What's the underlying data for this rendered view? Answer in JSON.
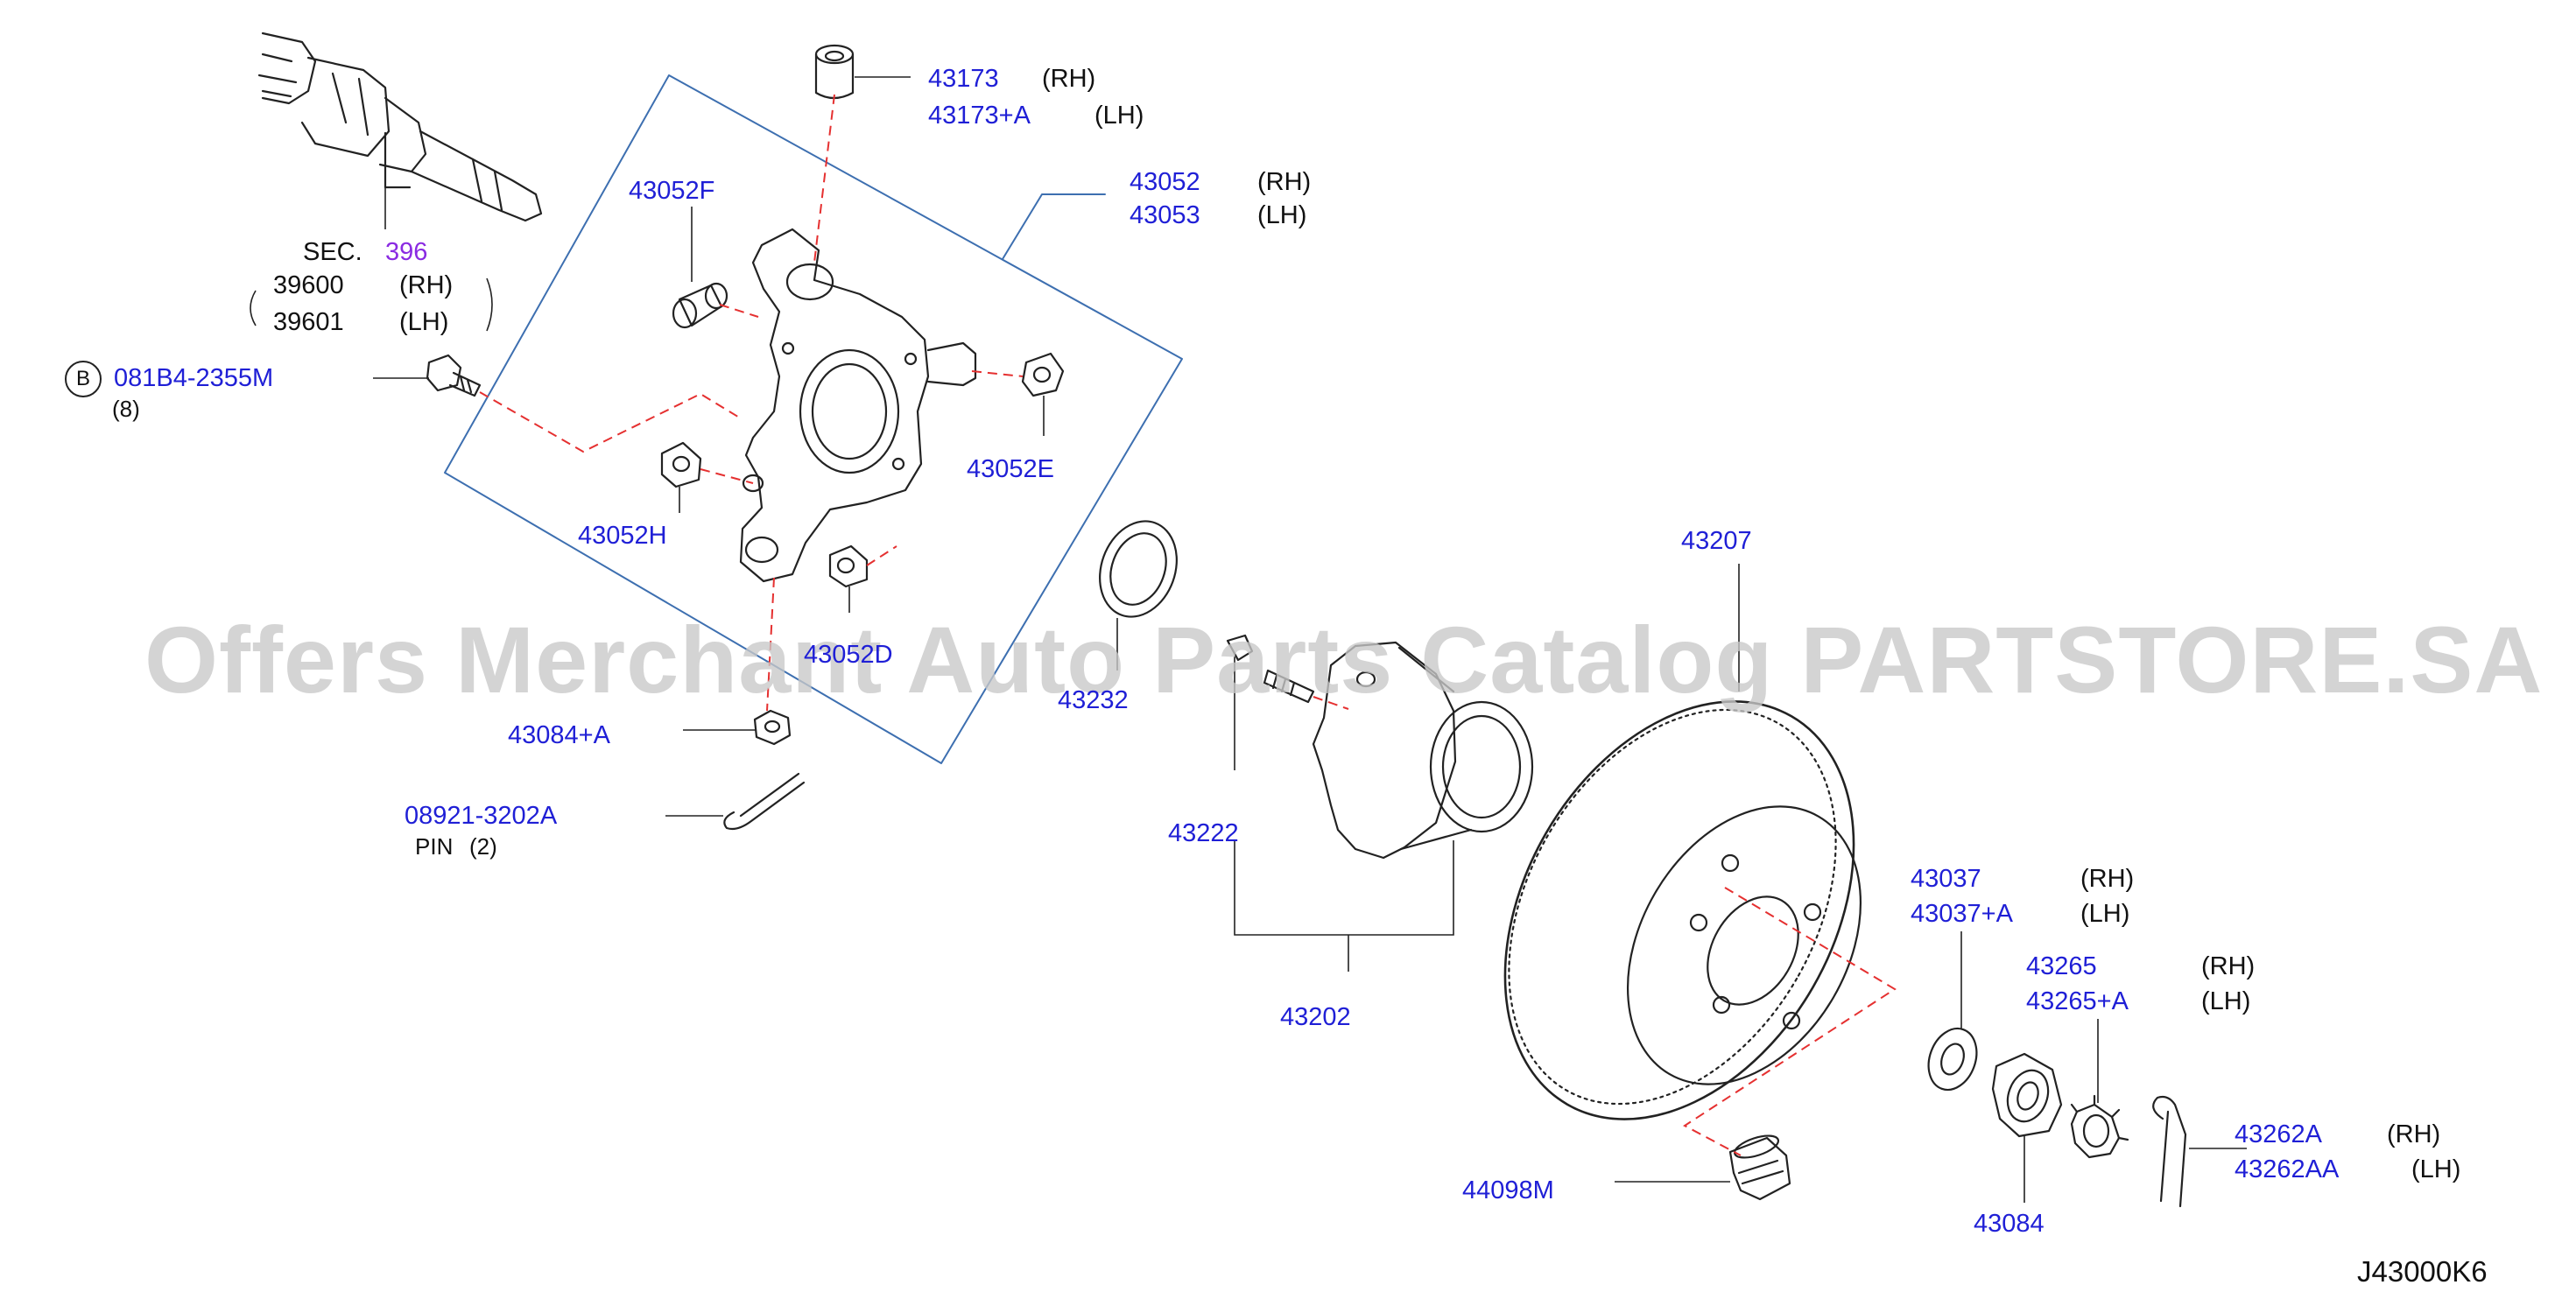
{
  "watermark": "Offers Merchant Auto Parts Catalog PARTSTORE.SA",
  "diagram_code": "J43000K6",
  "callouts": {
    "p43173": {
      "part": "43173",
      "side": "(RH)"
    },
    "p43173a": {
      "part": "43173+A",
      "side": "(LH)"
    },
    "p43052": {
      "part": "43052",
      "side": "(RH)"
    },
    "p43053": {
      "part": "43053",
      "side": "(LH)"
    },
    "p43052f": {
      "part": "43052F"
    },
    "sec": {
      "label": "SEC.",
      "number": "396"
    },
    "p39600": {
      "part": "39600",
      "side": "(RH)"
    },
    "p39601": {
      "part": "39601",
      "side": "(LH)"
    },
    "bolt": {
      "marker": "B",
      "part": "081B4-2355M",
      "qty": "(8)"
    },
    "p43052e": {
      "part": "43052E"
    },
    "p43052h": {
      "part": "43052H"
    },
    "p43052d": {
      "part": "43052D"
    },
    "p43232": {
      "part": "43232"
    },
    "p43084a": {
      "part": "43084+A"
    },
    "pin": {
      "part": "08921-3202A",
      "label": "PIN",
      "qty": "(2)"
    },
    "p43207": {
      "part": "43207"
    },
    "p43222": {
      "part": "43222"
    },
    "p43202": {
      "part": "43202"
    },
    "p43037": {
      "part": "43037",
      "side": "(RH)"
    },
    "p43037a": {
      "part": "43037+A",
      "side": "(LH)"
    },
    "p43265": {
      "part": "43265",
      "side": "(RH)"
    },
    "p43265a": {
      "part": "43265+A",
      "side": "(LH)"
    },
    "p43262a": {
      "part": "43262A",
      "side": "(RH)"
    },
    "p43262aa": {
      "part": "43262AA",
      "side": "(LH)"
    },
    "p44098m": {
      "part": "44098M"
    },
    "p43084": {
      "part": "43084"
    }
  },
  "colors": {
    "part_number": "#1f1fd6",
    "section_ref": "#8a2be2",
    "frame": "#3d6fb0",
    "link_dash": "#e53030",
    "ink": "#222222"
  }
}
